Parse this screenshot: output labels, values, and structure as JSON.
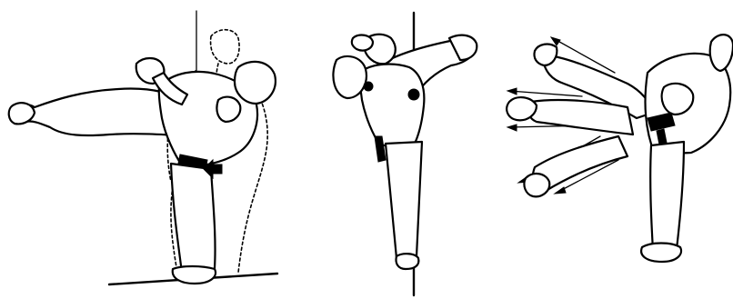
{
  "figure": {
    "panels": [
      {
        "name": "side-view-kick"
      },
      {
        "name": "front-view-kick"
      },
      {
        "name": "force-direction-kick"
      }
    ]
  }
}
